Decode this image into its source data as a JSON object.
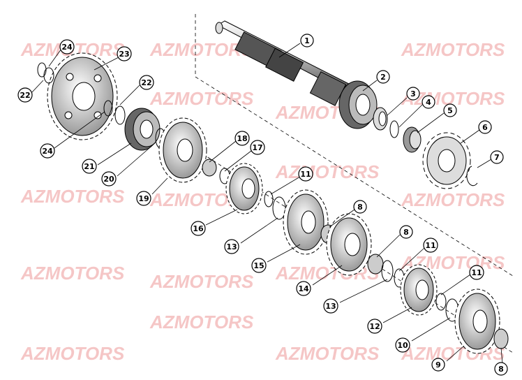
{
  "title": "",
  "watermark": "AZMOTORS",
  "colors": {
    "watermark": "#f2b3b3",
    "ink": "#000000",
    "paper": "#ffffff"
  },
  "callouts": [
    {
      "id": "c1",
      "label": "1"
    },
    {
      "id": "c2",
      "label": "2"
    },
    {
      "id": "c3",
      "label": "3"
    },
    {
      "id": "c4",
      "label": "4"
    },
    {
      "id": "c5",
      "label": "5"
    },
    {
      "id": "c6",
      "label": "6"
    },
    {
      "id": "c7",
      "label": "7"
    },
    {
      "id": "c8a",
      "label": "8"
    },
    {
      "id": "c8b",
      "label": "8"
    },
    {
      "id": "c8c",
      "label": "8"
    },
    {
      "id": "c9",
      "label": "9"
    },
    {
      "id": "c10",
      "label": "10"
    },
    {
      "id": "c11a",
      "label": "11"
    },
    {
      "id": "c11b",
      "label": "11"
    },
    {
      "id": "c11c",
      "label": "11"
    },
    {
      "id": "c12",
      "label": "12"
    },
    {
      "id": "c13a",
      "label": "13"
    },
    {
      "id": "c13b",
      "label": "13"
    },
    {
      "id": "c14",
      "label": "14"
    },
    {
      "id": "c15",
      "label": "15"
    },
    {
      "id": "c16",
      "label": "16"
    },
    {
      "id": "c17",
      "label": "17"
    },
    {
      "id": "c18",
      "label": "18"
    },
    {
      "id": "c19",
      "label": "19"
    },
    {
      "id": "c20",
      "label": "20"
    },
    {
      "id": "c21",
      "label": "21"
    },
    {
      "id": "c22a",
      "label": "22"
    },
    {
      "id": "c22b",
      "label": "22"
    },
    {
      "id": "c23",
      "label": "23"
    },
    {
      "id": "c24a",
      "label": "24"
    },
    {
      "id": "c24b",
      "label": "24"
    }
  ]
}
